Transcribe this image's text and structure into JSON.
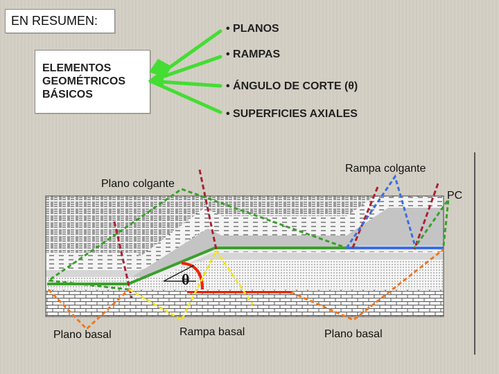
{
  "title": "EN RESUMEN:",
  "elements_box": "ELEMENTOS\nGEOMÉTRICOS\nBÁSICOS",
  "bullets": [
    "• PLANOS",
    "• RAMPAS",
    "• ÁNGULO DE CORTE (θ)",
    "• SUPERFICIES  AXIALES"
  ],
  "labels": {
    "plano_colgante": "Plano colgante",
    "rampa_colgante": "Rampa colgante",
    "pc": "PC",
    "theta": "θ",
    "plano_basal_left": "Plano basal",
    "rampa_basal": "Rampa basal",
    "plano_basal_right": "Plano basal"
  },
  "colors": {
    "arrow_green": "#44dd33",
    "fault_green": "#3aa02a",
    "basal_red": "#ee2200",
    "axial_red": "#aa2233",
    "orange": "#ee7722",
    "yellow": "#f2e61a",
    "blue": "#3a6ee0"
  }
}
